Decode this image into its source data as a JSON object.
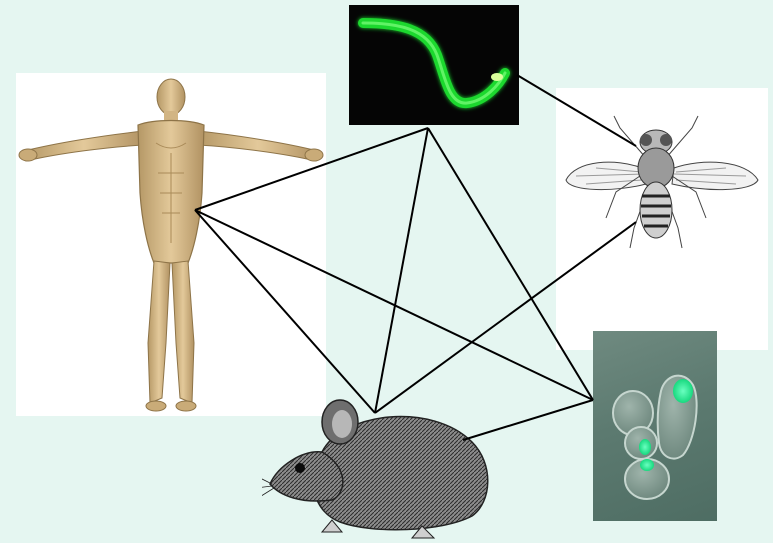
{
  "diagram": {
    "type": "network",
    "nodes": [
      {
        "id": "human",
        "name": "human-icon"
      },
      {
        "id": "worm",
        "name": "worm-icon"
      },
      {
        "id": "fly",
        "name": "fruit-fly-icon"
      },
      {
        "id": "yeast",
        "name": "yeast-cells-icon"
      },
      {
        "id": "mouse",
        "name": "mouse-icon"
      }
    ],
    "edges": [
      [
        "human",
        "worm"
      ],
      [
        "human",
        "mouse"
      ],
      [
        "human",
        "yeast"
      ],
      [
        "worm",
        "mouse"
      ],
      [
        "worm",
        "yeast"
      ],
      [
        "worm",
        "fly"
      ],
      [
        "fly",
        "mouse"
      ],
      [
        "mouse",
        "yeast"
      ]
    ]
  },
  "colors": {
    "background": "#e5f6f1",
    "line": "#000000",
    "fluorescent_green": "#22e635"
  }
}
